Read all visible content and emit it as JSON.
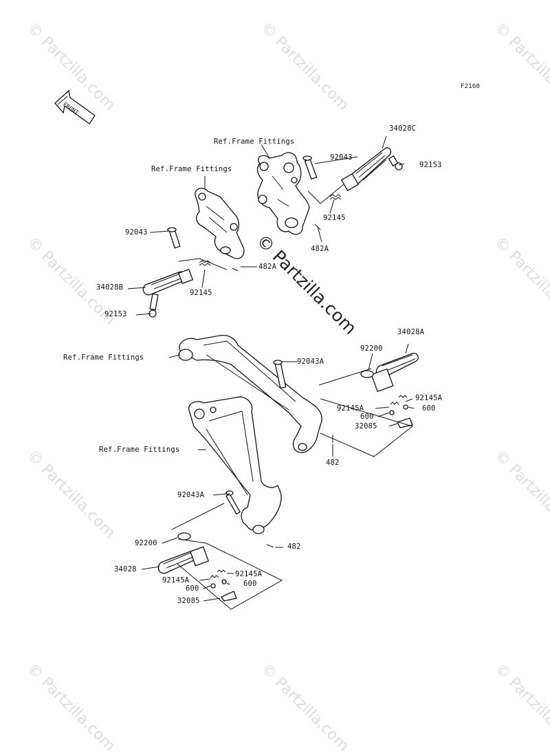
{
  "diagram": {
    "code": "F2160",
    "front_arrow_label": "FRONT",
    "watermark": "© Partzilla.com",
    "center_watermark": "© Partzilla.com"
  },
  "labels": {
    "ref_frame_1": "Ref.Frame Fittings",
    "ref_frame_2": "Ref.Frame Fittings",
    "ref_frame_3": "Ref.Frame Fittings",
    "ref_frame_4": "Ref.Frame Fittings",
    "p34028C": "34028C",
    "p92043_right": "92043",
    "p92153_right": "92153",
    "p92145_right": "92145",
    "p482A_right": "482A",
    "p92043_left": "92043",
    "p482A_left": "482A",
    "p34028B": "34028B",
    "p92145_left": "92145",
    "p92153_left": "92153",
    "p34028A": "34028A",
    "p92200_upper": "92200",
    "p92043A_upper": "92043A",
    "p92145A_upper_r": "92145A",
    "p92145A_upper_l": "92145A",
    "p600_upper_l": "600",
    "p600_upper_r": "600",
    "p32085_upper": "32085",
    "p482_upper": "482",
    "p92043A_lower": "92043A",
    "p482_lower": "482",
    "p92200_lower": "92200",
    "p34028": "34028",
    "p92145A_lower_r": "92145A",
    "p92145A_lower_l": "92145A",
    "p600_lower_l": "600",
    "p600_lower_r": "600",
    "p32085_lower": "32085"
  }
}
